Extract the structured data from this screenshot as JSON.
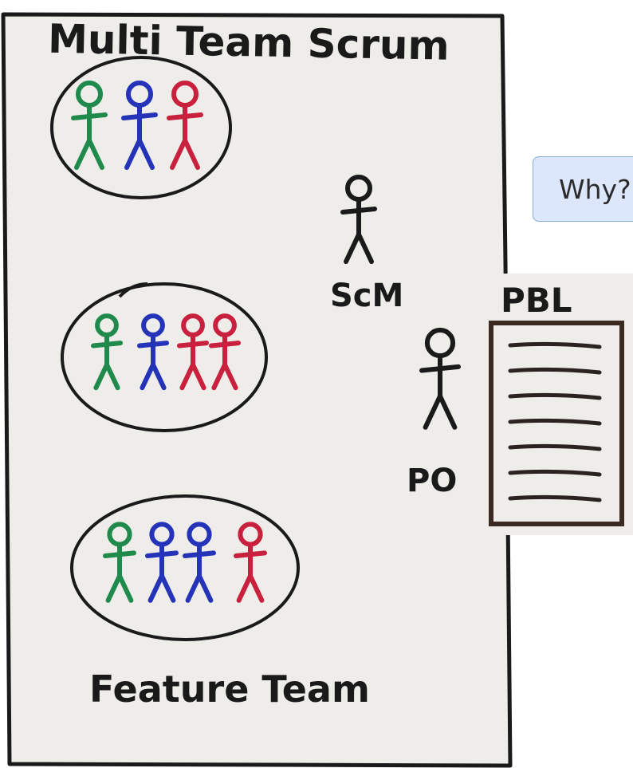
{
  "board": {
    "title": "Multi Team Scrum",
    "scrum_master_label": "ScM",
    "product_owner_label": "PO",
    "feature_team_label": "Feature Team"
  },
  "backlog": {
    "label": "PBL",
    "item_count": 7
  },
  "why_button": {
    "label": "Why?"
  },
  "teams": [
    {
      "members": [
        "green",
        "blue",
        "red"
      ]
    },
    {
      "members": [
        "green",
        "blue",
        "red",
        "red"
      ]
    },
    {
      "members": [
        "green",
        "blue",
        "blue",
        "red"
      ]
    }
  ],
  "colors": {
    "green": "#1f8a4c",
    "blue": "#2433b8",
    "red": "#c8203d",
    "black": "#1a1a1a",
    "paper": "#eeede9"
  }
}
